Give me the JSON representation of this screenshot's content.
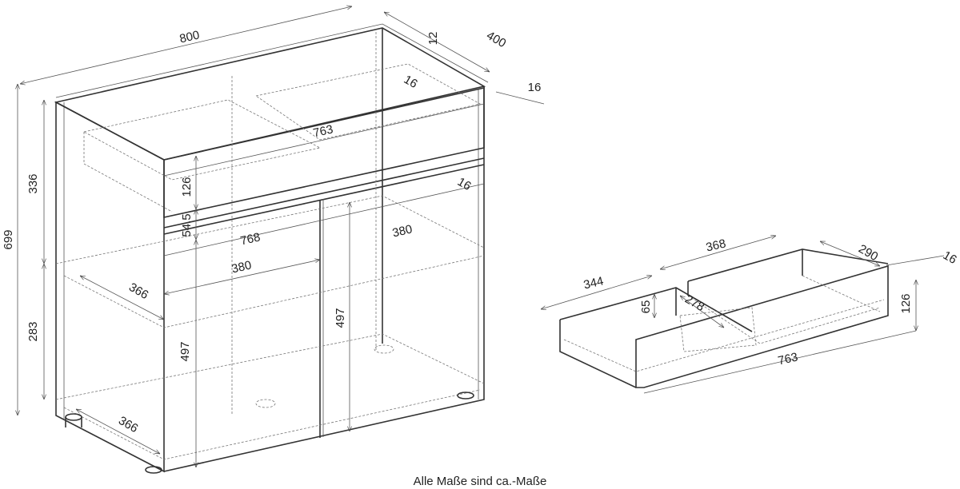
{
  "cabinet": {
    "width": "800",
    "depth": "400",
    "top_thickness": "12",
    "rear_inset": "16",
    "side_thickness": "16",
    "drawer_width_inner": "763",
    "drawer_front_height": "126",
    "front_side_gap": "16",
    "gap_height": "54.5",
    "door_total_width": "768",
    "door_width_right": "380",
    "door_width_left": "380",
    "upper_height": "336",
    "total_height": "699",
    "shelf_depth": "366",
    "lower_height": "283",
    "door_height_left": "497",
    "door_height_right": "497",
    "bottom_depth": "366"
  },
  "drawer": {
    "rear_length": "368",
    "side_depth": "290",
    "front_thickness": "16",
    "front_length": "344",
    "side_height": "65",
    "inner_depth": "278",
    "front_height": "126",
    "total_length": "763"
  },
  "caption": "Alle Maße sind ca.-Maße"
}
